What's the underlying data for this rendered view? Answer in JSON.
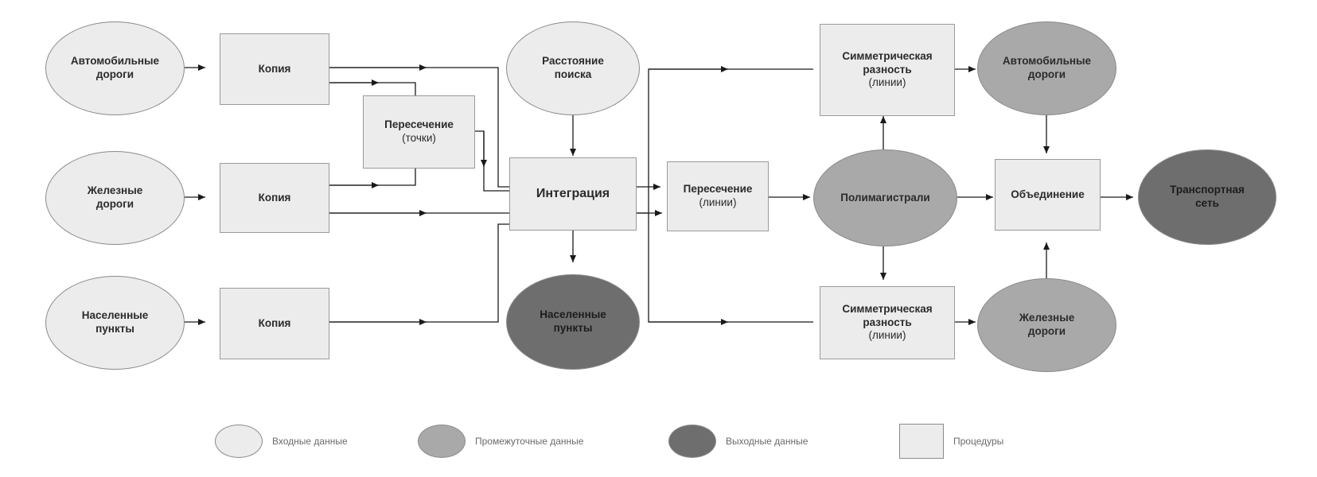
{
  "nodes": {
    "roads_in": "Автомобильные дороги",
    "rail_in": "Железные дороги",
    "settle_in": "Населенные пункты",
    "copy1": "Копия",
    "copy2": "Копия",
    "copy3": "Копия",
    "intersect_points": "Пересечение",
    "intersect_points_sub": "(точки)",
    "search_dist": "Расстояние поиска",
    "integration": "Интеграция",
    "settle_out": "Населенные пункты",
    "intersect_lines": "Пересечение",
    "intersect_lines_sub": "(линии)",
    "symdiff_top": "Симметрическая разность",
    "symdiff_top_sub": "(линии)",
    "symdiff_bottom": "Симметрическая разность",
    "symdiff_bottom_sub": "(линии)",
    "polymain": "Полимагистрали",
    "roads_inter": "Автомобильные дороги",
    "rail_inter": "Железные дороги",
    "union": "Объединение",
    "transport": "Транспортная сеть"
  },
  "legend": {
    "input": "Входные данные",
    "intermediate": "Промежуточные данные",
    "output": "Выходные данные",
    "procedures": "Процедуры"
  },
  "colors": {
    "input": "#ececec",
    "intermediate": "#a9a9a9",
    "output": "#6e6e6e",
    "procedure": "#ececec"
  }
}
